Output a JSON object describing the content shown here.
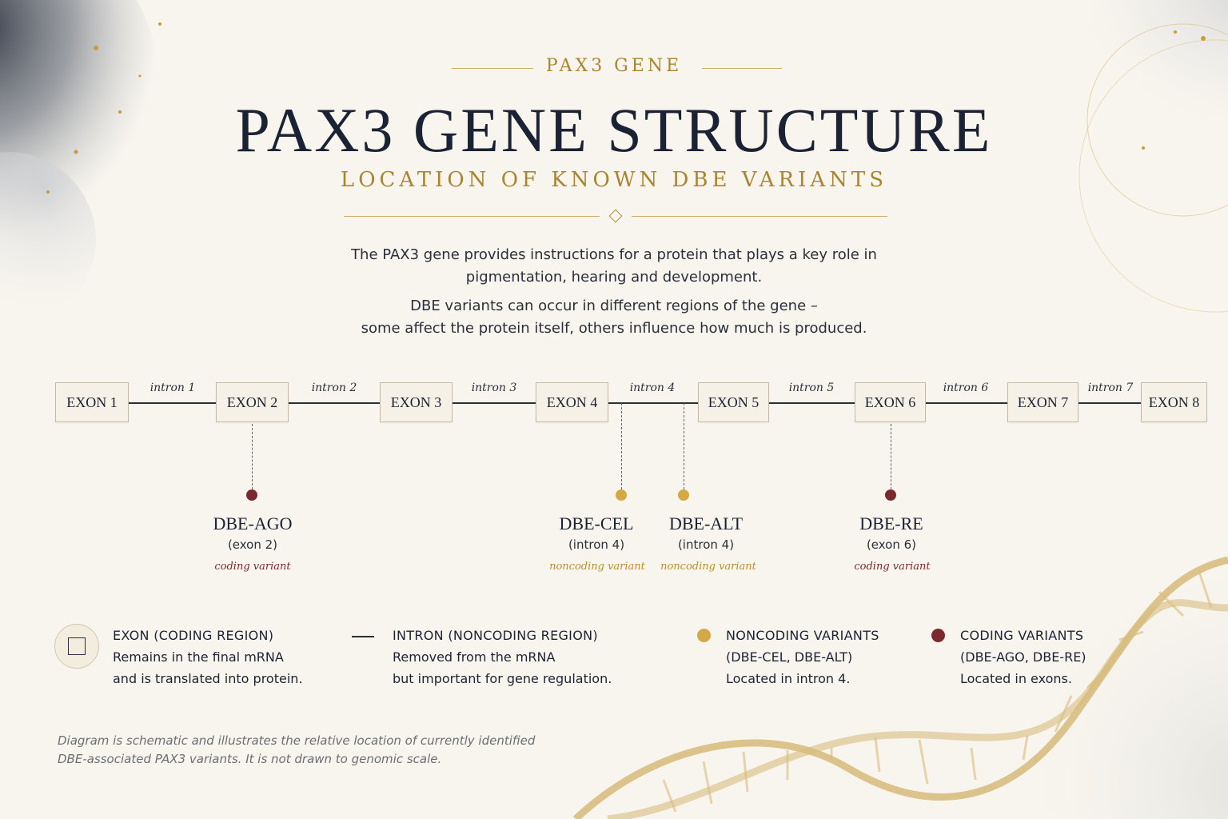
{
  "header": {
    "eyebrow": "PAX3 GENE",
    "title": "PAX3 GENE STRUCTURE",
    "subtitle": "LOCATION OF KNOWN DBE VARIANTS"
  },
  "intro": {
    "p1_line1": "The PAX3 gene provides instructions for a protein that plays a key role in",
    "p1_line2": "pigmentation, hearing and development.",
    "p2_line1": "DBE variants can occur in different regions of the gene –",
    "p2_line2": "some affect the protein itself, others influence how much is produced."
  },
  "gene": {
    "exons": [
      "EXON 1",
      "EXON 2",
      "EXON 3",
      "EXON 4",
      "EXON 5",
      "EXON 6",
      "EXON 7",
      "EXON 8"
    ],
    "introns": [
      "intron 1",
      "intron 2",
      "intron 3",
      "intron 4",
      "intron 5",
      "intron 6",
      "intron 7"
    ]
  },
  "variants": [
    {
      "name": "DBE-AGO",
      "location": "(exon 2)",
      "type": "coding variant"
    },
    {
      "name": "DBE-CEL",
      "location": "(intron 4)",
      "type": "noncoding variant"
    },
    {
      "name": "DBE-ALT",
      "location": "(intron 4)",
      "type": "noncoding variant"
    },
    {
      "name": "DBE-RE",
      "location": "(exon 6)",
      "type": "coding variant"
    }
  ],
  "legend": {
    "exon": {
      "title": "EXON (CODING REGION)",
      "line1": "Remains in the final mRNA",
      "line2": "and is translated into protein."
    },
    "intron": {
      "title": "INTRON (NONCODING REGION)",
      "line1": "Removed from the mRNA",
      "line2": "but important for gene regulation."
    },
    "noncoding": {
      "title": "NONCODING VARIANTS",
      "line1": "(DBE-CEL, DBE-ALT)",
      "line2": "Located in intron 4."
    },
    "coding": {
      "title": "CODING VARIANTS",
      "line1": "(DBE-AGO, DBE-RE)",
      "line2": "Located in exons."
    }
  },
  "footnote": {
    "line1": "Diagram is schematic and illustrates the relative location of currently identified",
    "line2": "DBE-associated PAX3 variants. It is not drawn to genomic scale."
  },
  "colors": {
    "coding": "#7a2a2e",
    "noncoding": "#d4a843",
    "gold": "#a9852e",
    "navy": "#1a2234"
  }
}
